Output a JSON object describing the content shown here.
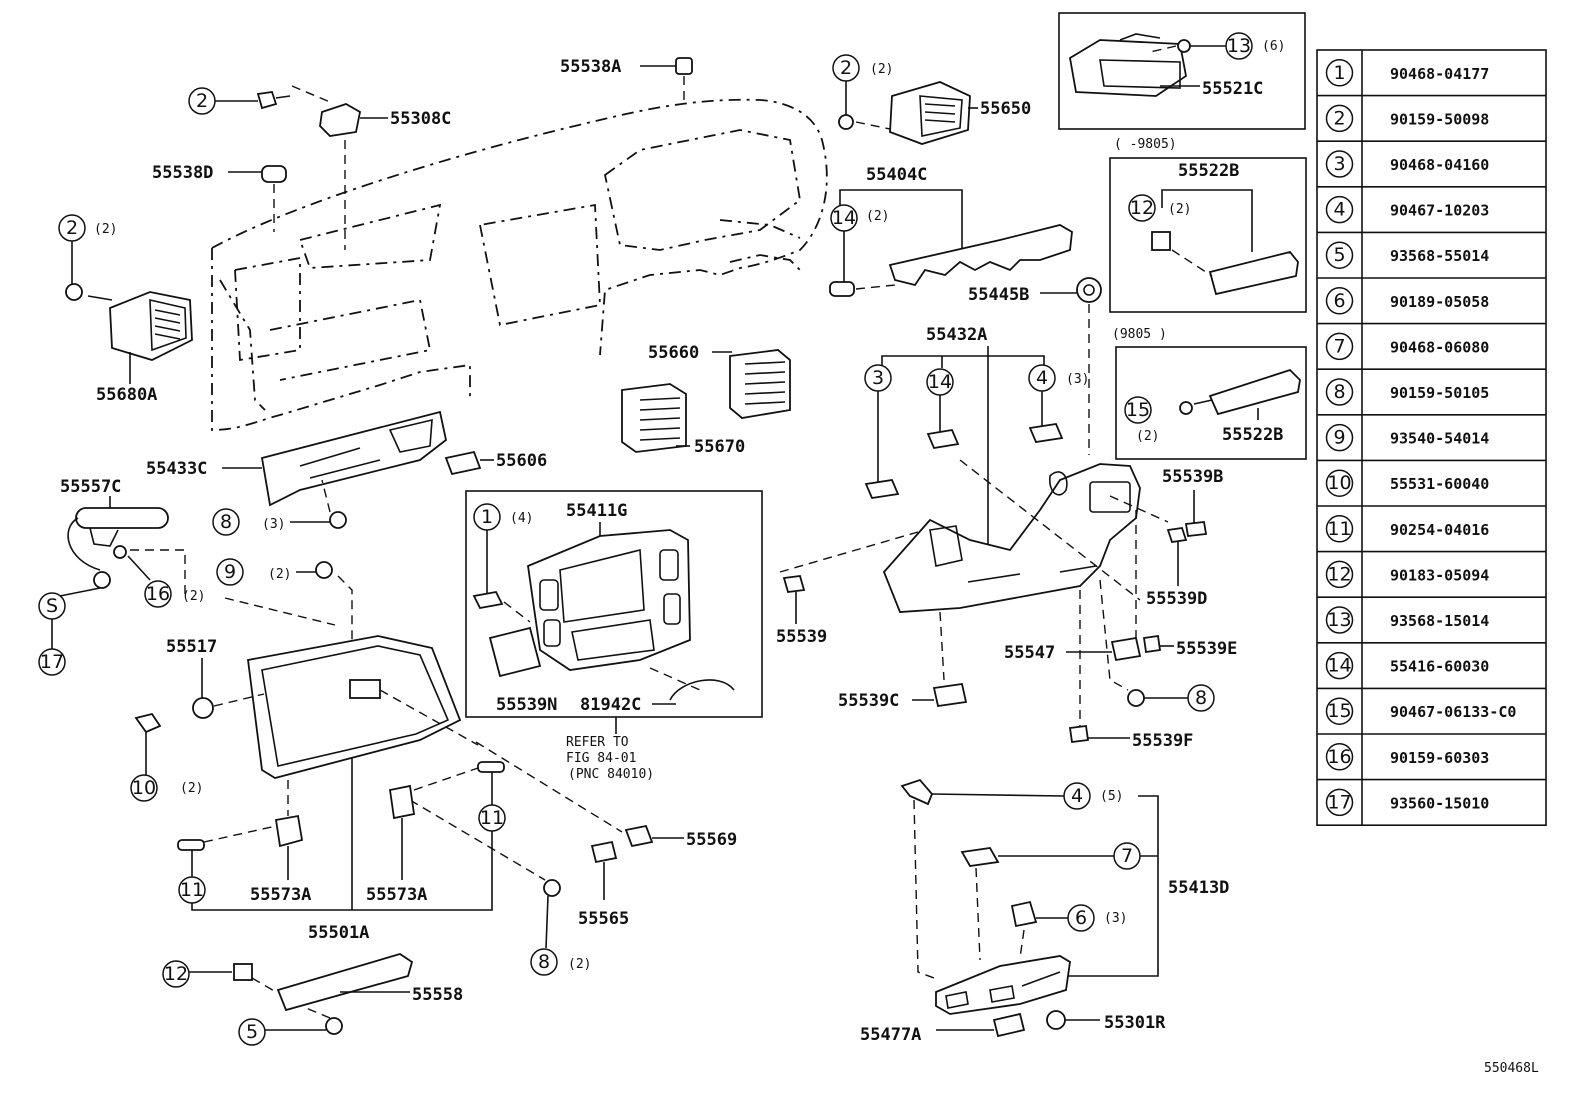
{
  "diagram": {
    "code": "550468L",
    "refer_note": [
      "REFER TO",
      "FIG 84-01",
      "(PNC 84010)"
    ],
    "date_range_1": "(      -9805)",
    "date_range_2": "(9805      )",
    "labels": {
      "55538A": "55538A",
      "55308C": "55308C",
      "55538D": "55538D",
      "55680A": "55680A",
      "55650": "55650",
      "55404C": "55404C",
      "55445B": "55445B",
      "55660": "55660",
      "55670": "55670",
      "55433C": "55433C",
      "55606": "55606",
      "55557C": "55557C",
      "55411G": "55411G",
      "55432A": "55432A",
      "55539B": "55539B",
      "55539D": "55539D",
      "55539": "55539",
      "55547": "55547",
      "55539E": "55539E",
      "55539C": "55539C",
      "55539F": "55539F",
      "55517": "55517",
      "55539N": "55539N",
      "81942C": "81942C",
      "55569": "55569",
      "55565": "55565",
      "55573A_1": "55573A",
      "55573A_2": "55573A",
      "55501A": "55501A",
      "55558": "55558",
      "55413D": "55413D",
      "55477A": "55477A",
      "55301R": "55301R",
      "55521C": "55521C",
      "55522B_1": "55522B",
      "55522B_2": "55522B"
    },
    "callouts": {
      "c2_top": {
        "num": "2"
      },
      "c2_left": {
        "num": "2",
        "qty": "(2)"
      },
      "c2_vent": {
        "num": "2",
        "qty": "(2)"
      },
      "c13": {
        "num": "13",
        "qty": "(6)"
      },
      "c12_top": {
        "num": "12",
        "qty": "(2)"
      },
      "c14_top": {
        "num": "14",
        "qty": "(2)"
      },
      "c15": {
        "num": "15",
        "qty": "(2)"
      },
      "c3": {
        "num": "3"
      },
      "c14_mid": {
        "num": "14"
      },
      "c4_mid": {
        "num": "4",
        "qty": "(3)"
      },
      "c8_mid": {
        "num": "8",
        "qty": "(3)"
      },
      "c9": {
        "num": "9",
        "qty": "(2)"
      },
      "c16": {
        "num": "16",
        "qty": "(2)"
      },
      "cS": {
        "num": "S"
      },
      "c17": {
        "num": "17"
      },
      "c1": {
        "num": "1",
        "qty": "(4)"
      },
      "c10": {
        "num": "10",
        "qty": "(2)"
      },
      "c11_left": {
        "num": "11"
      },
      "c11_right": {
        "num": "11"
      },
      "c8_bot": {
        "num": "8",
        "qty": "(2)"
      },
      "c12_bot": {
        "num": "12"
      },
      "c5": {
        "num": "5"
      },
      "c8_right": {
        "num": "8"
      },
      "c4_bot": {
        "num": "4",
        "qty": "(5)"
      },
      "c7": {
        "num": "7"
      },
      "c6": {
        "num": "6",
        "qty": "(3)"
      }
    },
    "parts_table": [
      {
        "num": "1",
        "part": "90468-04177"
      },
      {
        "num": "2",
        "part": "90159-50098"
      },
      {
        "num": "3",
        "part": "90468-04160"
      },
      {
        "num": "4",
        "part": "90467-10203"
      },
      {
        "num": "5",
        "part": "93568-55014"
      },
      {
        "num": "6",
        "part": "90189-05058"
      },
      {
        "num": "7",
        "part": "90468-06080"
      },
      {
        "num": "8",
        "part": "90159-50105"
      },
      {
        "num": "9",
        "part": "93540-54014"
      },
      {
        "num": "10",
        "part": "55531-60040"
      },
      {
        "num": "11",
        "part": "90254-04016"
      },
      {
        "num": "12",
        "part": "90183-05094"
      },
      {
        "num": "13",
        "part": "93568-15014"
      },
      {
        "num": "14",
        "part": "55416-60030"
      },
      {
        "num": "15",
        "part": "90467-06133-C0"
      },
      {
        "num": "16",
        "part": "90159-60303"
      },
      {
        "num": "17",
        "part": "93560-15010"
      }
    ]
  }
}
